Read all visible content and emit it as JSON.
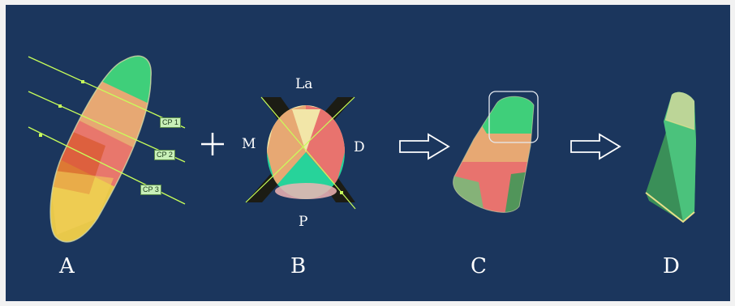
{
  "colors": {
    "frame_border": "#f2f2f2",
    "background": "#1b365d",
    "cut_line": "#c8ff5a",
    "green_region": "#3fcf7a",
    "orange_region": "#e7a873",
    "red_region": "#e8736e",
    "yellow_region": "#e8c84a",
    "pale_yellow_region": "#f2e6a8",
    "teal_region": "#27d39a"
  },
  "panels": {
    "a": {
      "label": "A",
      "planes": [
        "CP 1",
        "CP 2",
        "CP 3"
      ]
    },
    "b": {
      "label": "B",
      "directions": {
        "top": "La",
        "left": "M",
        "right": "D",
        "bottom": "P"
      }
    },
    "c": {
      "label": "C"
    },
    "d": {
      "label": "D"
    }
  },
  "operators": {
    "plus": "+",
    "arrow_1": "arrow-right-icon",
    "arrow_2": "arrow-right-icon"
  }
}
